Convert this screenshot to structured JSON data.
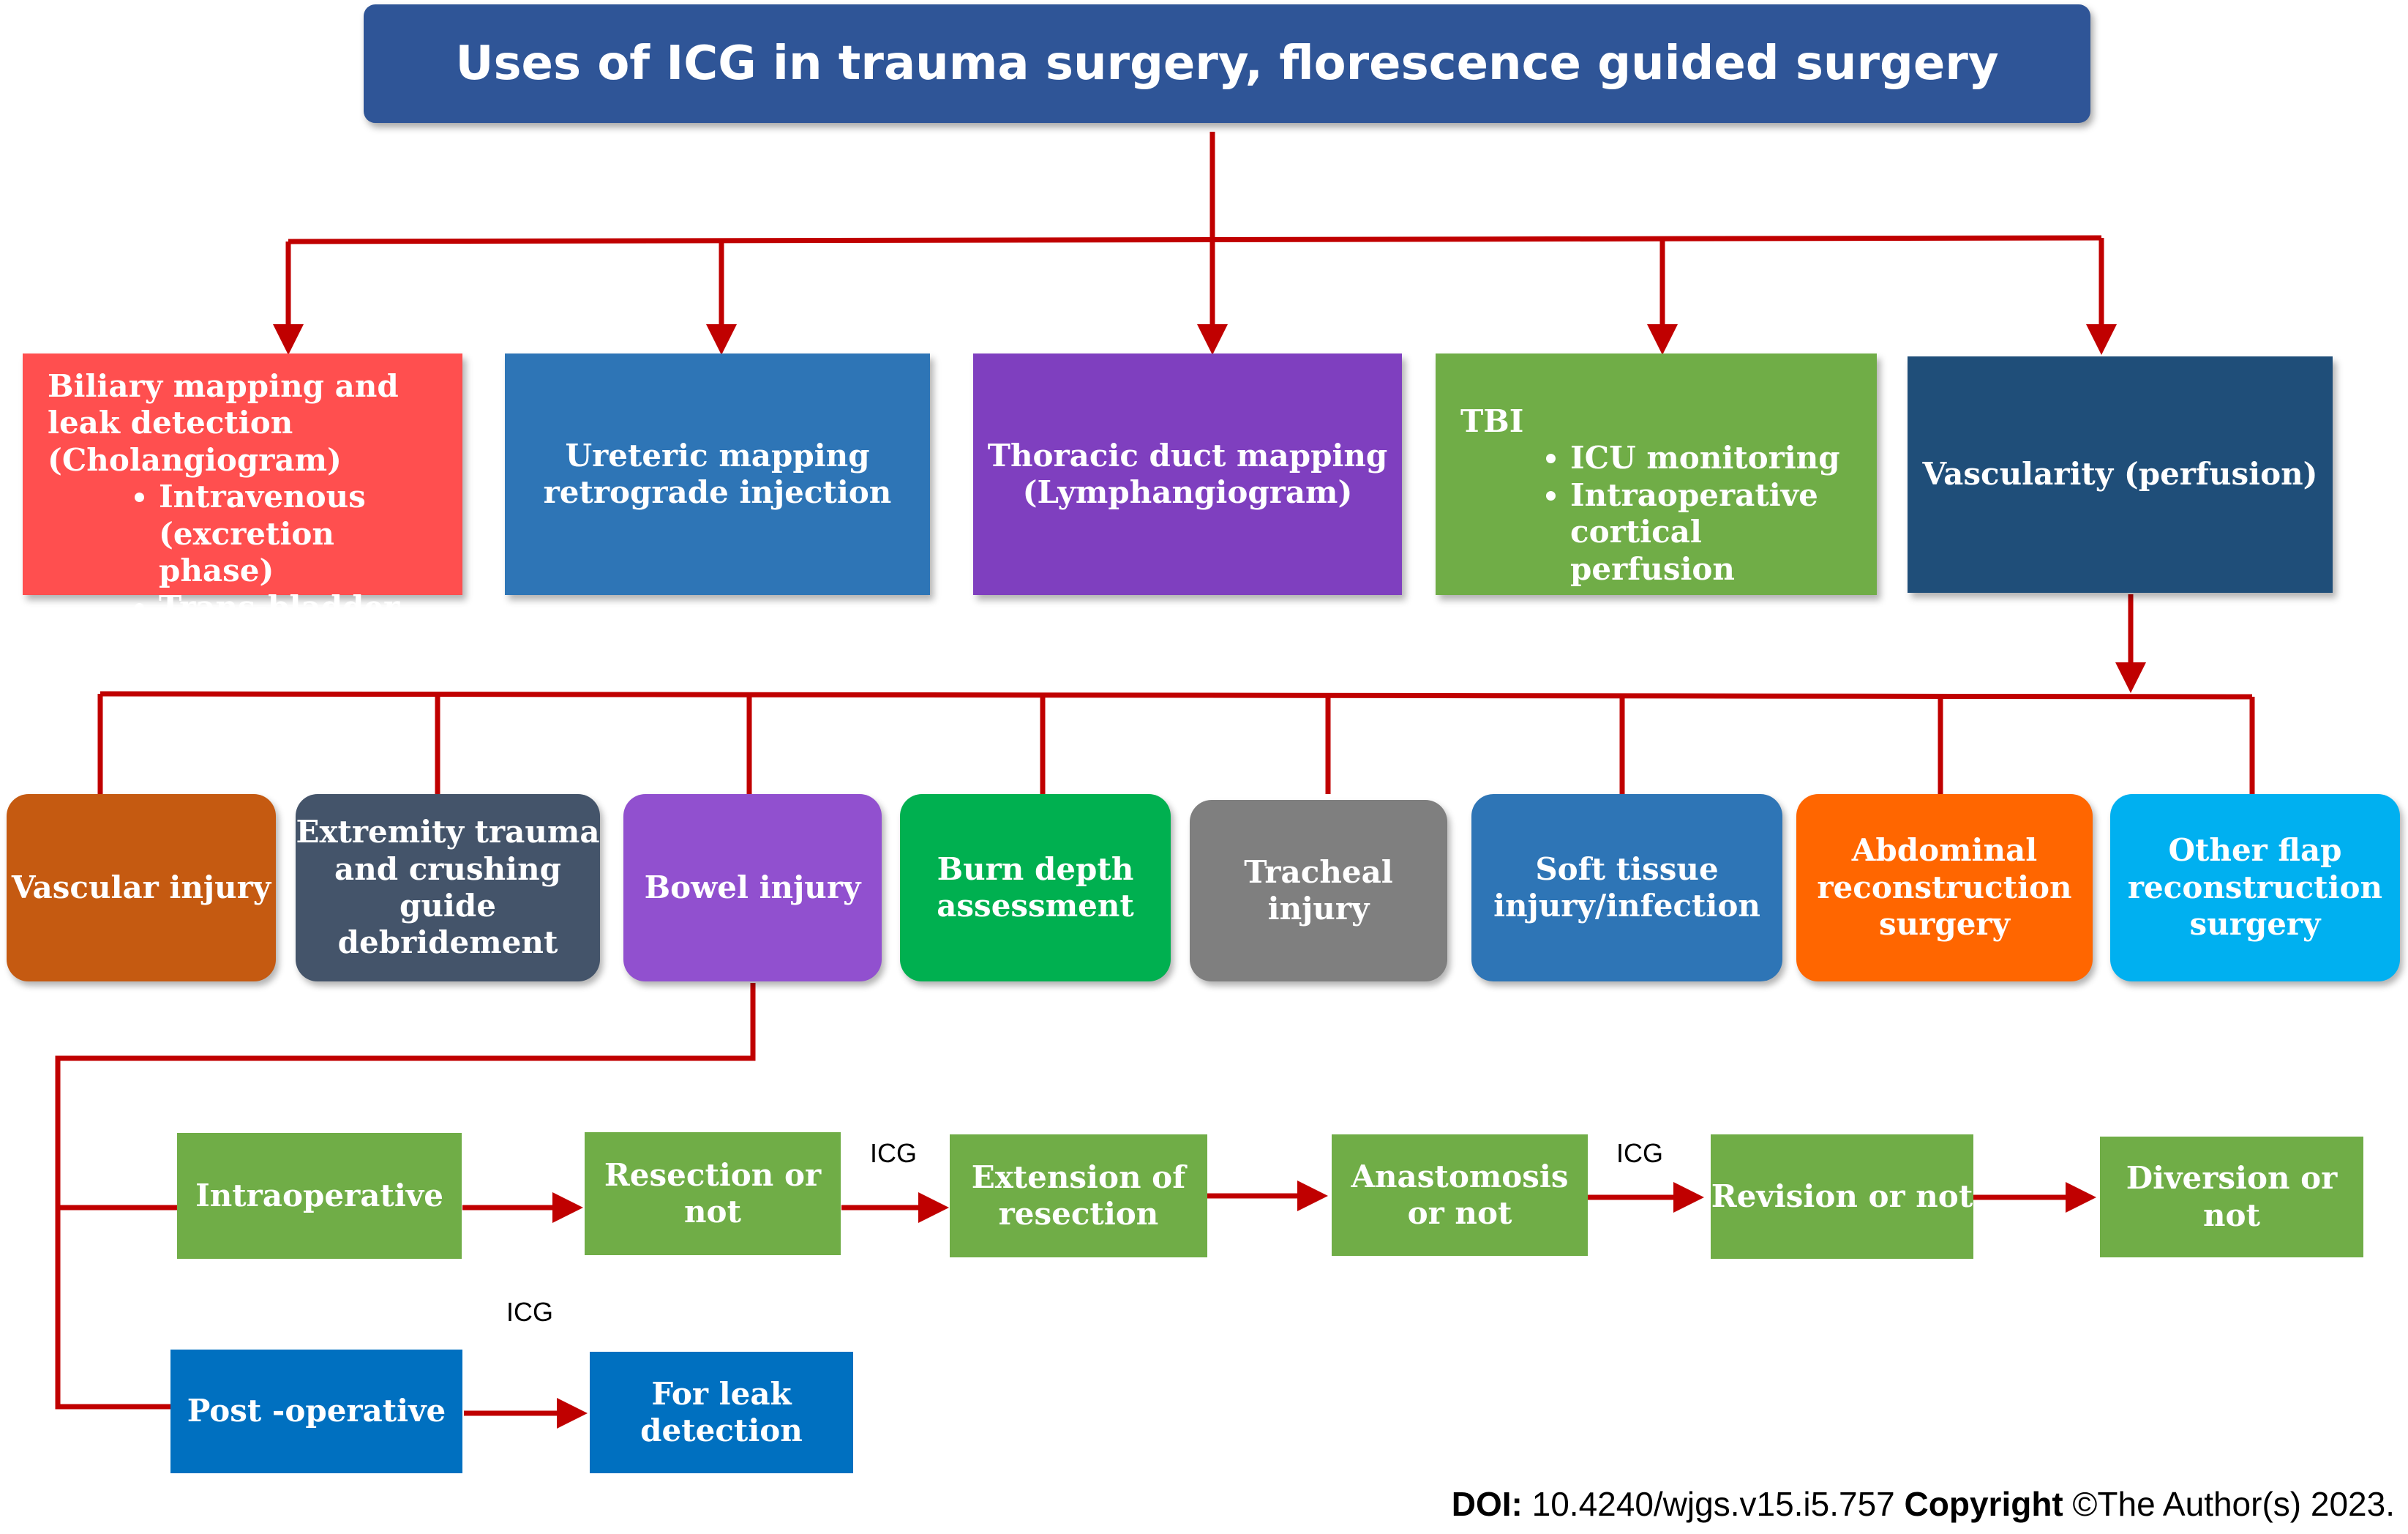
{
  "title": "Uses of ICG in trauma surgery, florescence guided surgery",
  "level1": {
    "biliary": {
      "heading": "Biliary mapping and leak detection (Cholangiogram)",
      "items": [
        "Intravenous (excretion phase)",
        "Trans-bladder"
      ]
    },
    "ureteric": "Ureteric mapping retrograde injection",
    "thoracic": "Thoracic duct mapping (Lymphangiogram)",
    "tbi": {
      "heading": "TBI",
      "items": [
        "ICU monitoring",
        "Intraoperative cortical perfusion"
      ]
    },
    "vascularity": "Vascularity (perfusion)"
  },
  "level2": {
    "vascular_injury": "Vascular injury",
    "extremity": "Extremity trauma and crushing guide debridement",
    "bowel": "Bowel injury",
    "burn": "Burn depth assessment",
    "tracheal": "Tracheal injury",
    "soft_tissue": "Soft tissue injury/infection",
    "abdominal": "Abdominal reconstruction surgery",
    "other_flap": "Other flap reconstruction surgery"
  },
  "flow": {
    "intraoperative": "Intraoperative",
    "resection": "Resection or not",
    "extension": "Extension of resection",
    "anastomosis": "Anastomosis or not",
    "revision": "Revision or not",
    "diversion": "Diversion or not",
    "postoperative": "Post -operative",
    "leak": "For leak detection"
  },
  "edge_labels": {
    "icg_1": "ICG",
    "icg_2": "ICG",
    "icg_3": "ICG"
  },
  "footer": {
    "doi_label": "DOI:",
    "doi_value": "10.4240/wjgs.v15.i5.757",
    "copyright_label": "Copyright",
    "copyright_value": "©The Author(s) 2023."
  }
}
